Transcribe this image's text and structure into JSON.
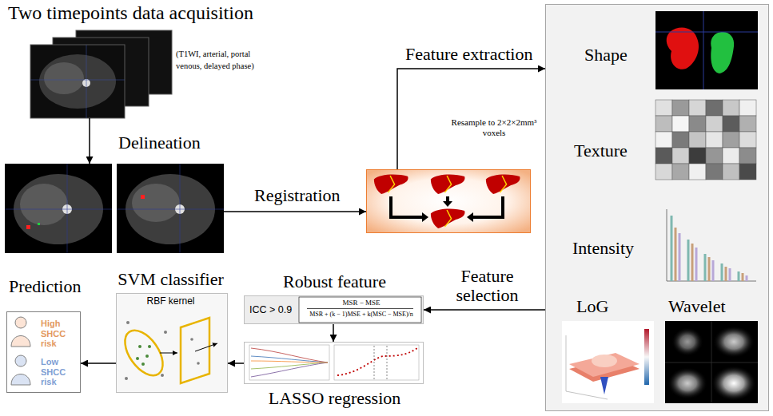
{
  "diagram": {
    "nodes": [
      {
        "text": [
          "Two timepoints data acquisition",
          "(T1WI, arterial, portal venous, delayed phase)"
        ]
      },
      {
        "text": []
      },
      {
        "text": [
          "Resample to 2×2×2mm³ voxels"
        ]
      },
      {
        "text": [
          "Shape",
          "Texture",
          "Intensity",
          "LoG",
          "Wavelet"
        ]
      },
      {
        "text": [
          "Robust feature",
          "ICC > 0.9",
          "MSR − MSE",
          "MSR + (k − 1)MSE + k(MSC − MSE)/n"
        ]
      },
      {
        "text": [
          "LASSO regression"
        ]
      },
      {
        "text": [
          "SVM classifier",
          "RBF kernel"
        ]
      },
      {
        "text": [
          "Prediction",
          "High SHCC risk",
          "Low SHCC risk"
        ]
      }
    ],
    "edges": [
      {
        "from": 0,
        "to": 1,
        "arrow": "to",
        "label": "Delineation"
      },
      {
        "from": 1,
        "to": 2,
        "arrow": "to",
        "label": "Registration"
      },
      {
        "from": 2,
        "to": 3,
        "arrow": "to",
        "label": "Feature extraction"
      },
      {
        "from": 3,
        "to": 4,
        "arrow": "to",
        "label": "Feature selection"
      },
      {
        "from": 4,
        "to": 5,
        "arrow": "to"
      },
      {
        "from": 5,
        "to": 6,
        "arrow": "to"
      },
      {
        "from": 6,
        "to": 7,
        "arrow": "to"
      }
    ]
  }
}
